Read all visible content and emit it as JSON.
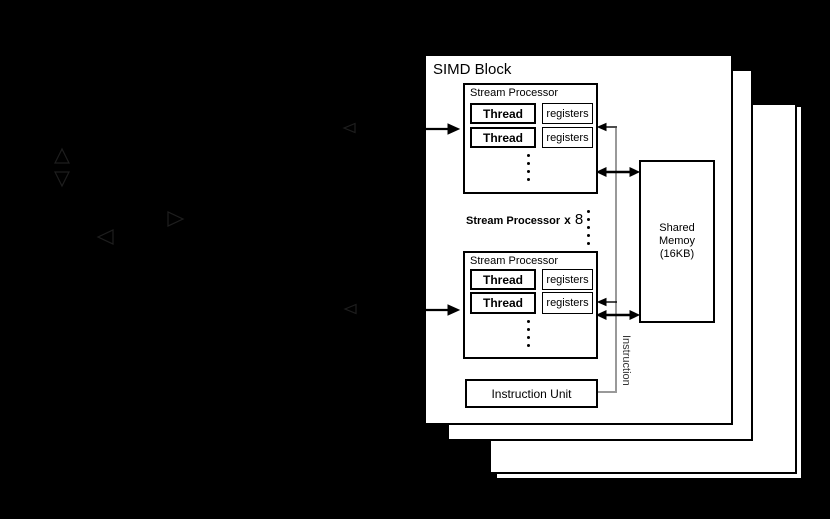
{
  "simd_block": {
    "title": "SIMD Block",
    "stream_processor_1": {
      "label": "Stream Processor",
      "rows": [
        {
          "thread": "Thread",
          "registers": "registers"
        },
        {
          "thread": "Thread",
          "registers": "registers"
        }
      ]
    },
    "stream_processor_2": {
      "label": "Stream Processor",
      "rows": [
        {
          "thread": "Thread",
          "registers": "registers"
        },
        {
          "thread": "Thread",
          "registers": "registers"
        }
      ]
    },
    "multiplier": {
      "label": "Stream Processor",
      "times": "x",
      "count": "8"
    },
    "instruction_unit": {
      "label": "Instruction Unit"
    },
    "shared_memory": {
      "line1": "Shared Memoy",
      "line2": "(16KB)"
    },
    "instruction_bus_label": "Instruction"
  },
  "colors": {
    "background": "#000000",
    "sheet": "#ffffff",
    "line": "#000000",
    "instruction_line": "#999999",
    "faint_outline": "#1e1e1e"
  }
}
